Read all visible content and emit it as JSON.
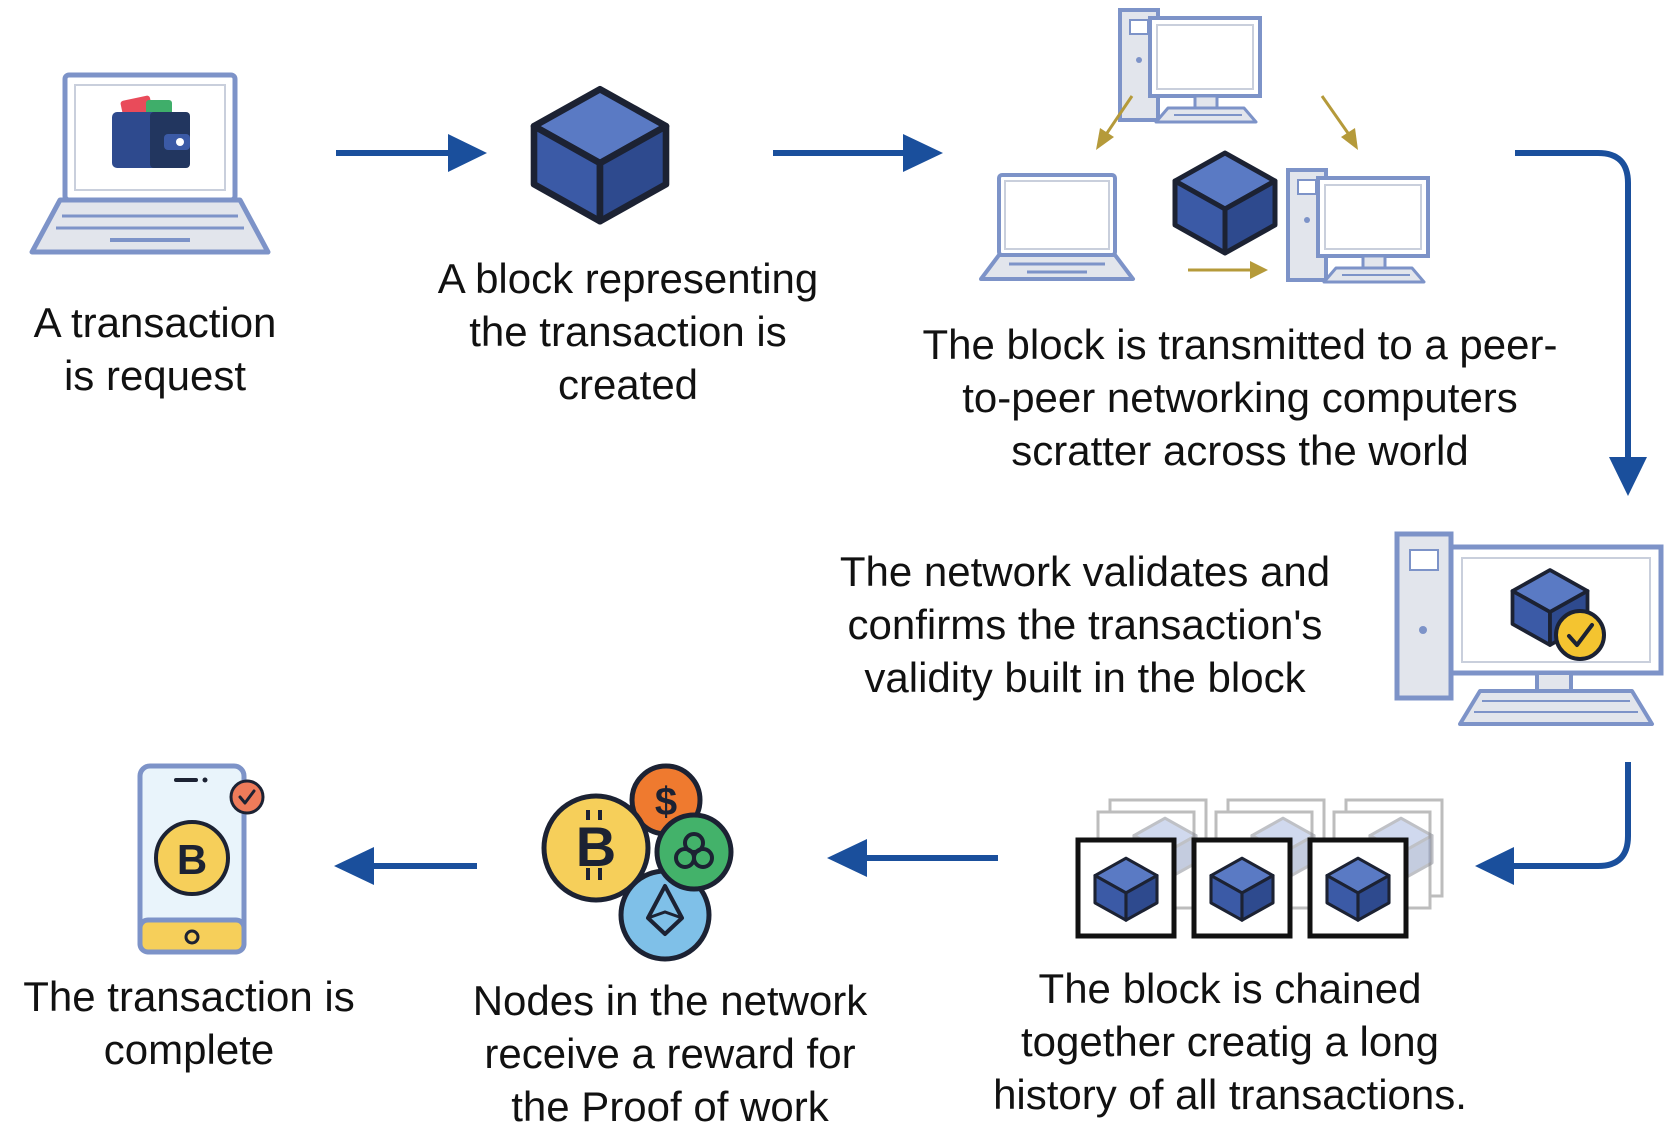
{
  "steps": [
    {
      "id": "transaction-request",
      "lines": [
        "A transaction",
        "is request"
      ],
      "icon": "laptop-wallet-icon"
    },
    {
      "id": "block-created",
      "lines": [
        "A block representing",
        "the transaction is",
        "created"
      ],
      "icon": "block-cube-icon"
    },
    {
      "id": "block-transmitted",
      "lines": [
        "The block is transmitted to a peer-",
        "to-peer networking computers",
        "scratter across the world"
      ],
      "icon": "peer-network-icon"
    },
    {
      "id": "network-validates",
      "lines": [
        "The network validates and",
        "confirms the transaction's",
        "validity built in the block"
      ],
      "icon": "computer-validated-block-icon"
    },
    {
      "id": "block-chained",
      "lines": [
        "The block is chained",
        "together creatig a long",
        "history of all transactions."
      ],
      "icon": "block-chain-icon"
    },
    {
      "id": "nodes-rewarded",
      "lines": [
        "Nodes in the network",
        "receive a reward for",
        "the Proof of work"
      ],
      "icon": "crypto-coins-icon"
    },
    {
      "id": "transaction-complete",
      "lines": [
        "The transaction is",
        "complete"
      ],
      "icon": "phone-bitcoin-check-icon"
    }
  ],
  "colors": {
    "flow_arrow": "#1a4f9c",
    "network_arrow": "#b59a3a",
    "cube_front": "#3b5aa6",
    "cube_top": "#5a7ac4",
    "cube_right": "#2e4a8e",
    "device_outline": "#7d93c8",
    "device_fill": "#e2e5ec",
    "bitcoin": "#f6cf5a",
    "dollar_coin": "#ef7a2f",
    "green_coin": "#43b26a",
    "ether_coin": "#7fc0e8",
    "check_badge": "#f4c430",
    "phone_badge": "#ee7b5a"
  }
}
